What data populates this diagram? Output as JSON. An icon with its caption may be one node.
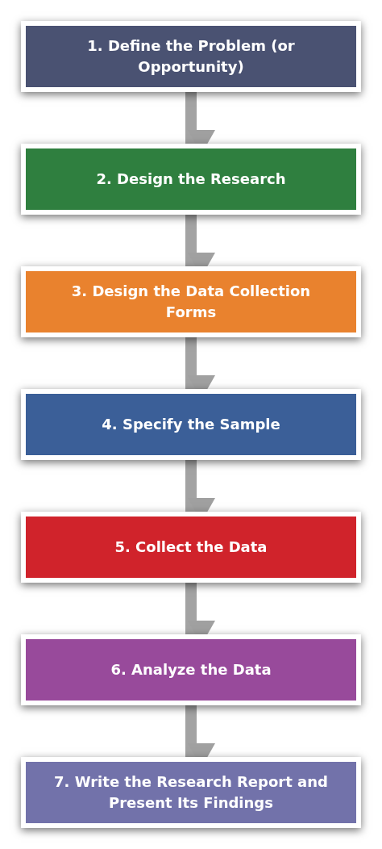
{
  "diagram": {
    "nodes": [
      {
        "text": [
          "1. Define the Problem (or Opportunity)"
        ]
      },
      {
        "text": [
          "2. Design the Research"
        ]
      },
      {
        "text": [
          "3. Design the Data Collection Forms"
        ]
      },
      {
        "text": [
          "4. Specify the Sample"
        ]
      },
      {
        "text": [
          "5. Collect the Data"
        ]
      },
      {
        "text": [
          "6. Analyze the Data"
        ]
      },
      {
        "text": [
          "7. Write the Research Report and Present Its Findings"
        ]
      }
    ],
    "edges": [
      {
        "from": 0,
        "to": 1,
        "arrow": "to"
      },
      {
        "from": 1,
        "to": 2,
        "arrow": "to"
      },
      {
        "from": 2,
        "to": 3,
        "arrow": "to"
      },
      {
        "from": 3,
        "to": 4,
        "arrow": "to"
      },
      {
        "from": 4,
        "to": 5,
        "arrow": "to"
      },
      {
        "from": 5,
        "to": 6,
        "arrow": "to"
      }
    ]
  }
}
